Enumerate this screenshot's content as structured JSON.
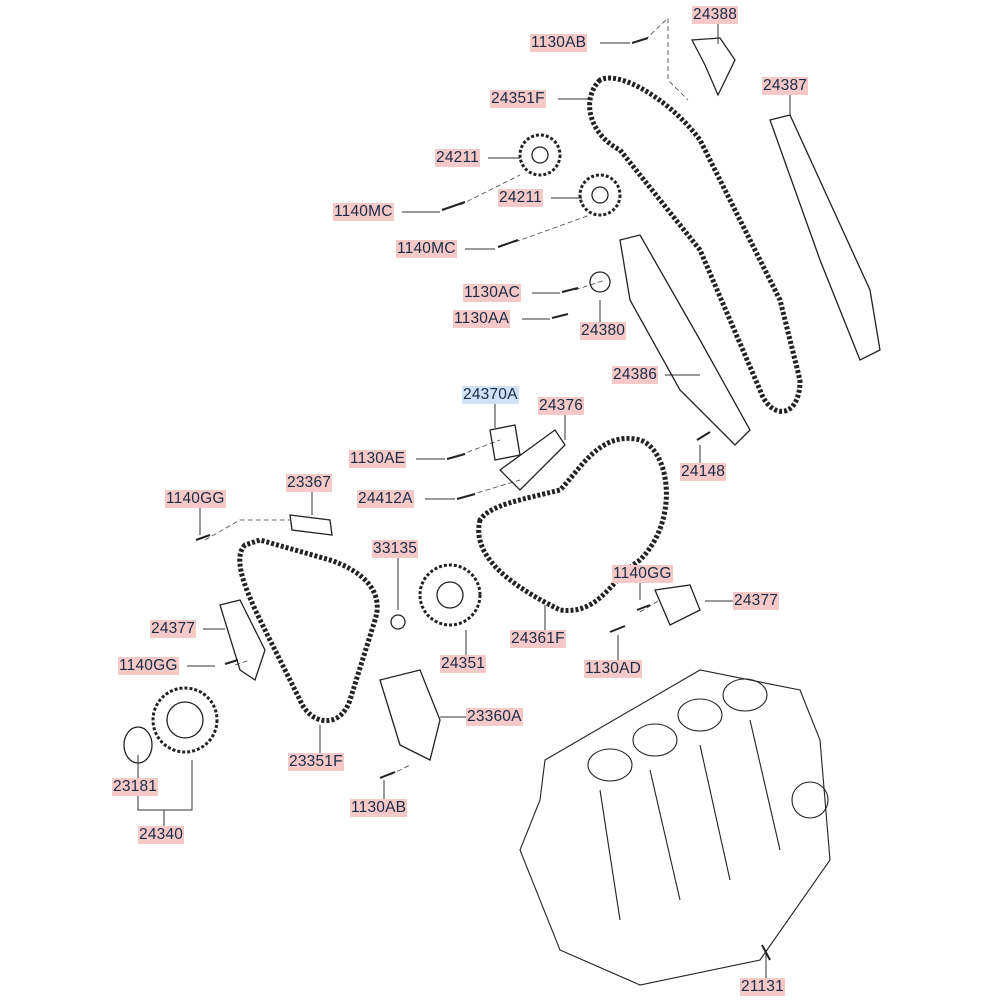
{
  "diagram": {
    "highlight_color": "#f6c9c9",
    "selected_color": "#cfe2f7",
    "labels": [
      {
        "id": "1130AB",
        "state": "normal"
      },
      {
        "id": "24388",
        "state": "normal"
      },
      {
        "id": "24387",
        "state": "normal"
      },
      {
        "id": "24351F",
        "state": "normal"
      },
      {
        "id": "24211",
        "state": "normal"
      },
      {
        "id": "1140MC",
        "state": "normal"
      },
      {
        "id": "24211",
        "state": "normal"
      },
      {
        "id": "1140MC",
        "state": "normal"
      },
      {
        "id": "1130AC",
        "state": "normal"
      },
      {
        "id": "1130AA",
        "state": "normal"
      },
      {
        "id": "24380",
        "state": "normal"
      },
      {
        "id": "24386",
        "state": "normal"
      },
      {
        "id": "24370A",
        "state": "selected"
      },
      {
        "id": "24376",
        "state": "normal"
      },
      {
        "id": "1130AE",
        "state": "normal"
      },
      {
        "id": "24148",
        "state": "normal"
      },
      {
        "id": "24412A",
        "state": "normal"
      },
      {
        "id": "1140GG",
        "state": "normal"
      },
      {
        "id": "23367",
        "state": "normal"
      },
      {
        "id": "33135",
        "state": "normal"
      },
      {
        "id": "1140GG",
        "state": "normal"
      },
      {
        "id": "24377",
        "state": "normal"
      },
      {
        "id": "24377",
        "state": "normal"
      },
      {
        "id": "24361F",
        "state": "normal"
      },
      {
        "id": "24351",
        "state": "normal"
      },
      {
        "id": "1130AD",
        "state": "normal"
      },
      {
        "id": "1140GG",
        "state": "normal"
      },
      {
        "id": "23360A",
        "state": "normal"
      },
      {
        "id": "23351F",
        "state": "normal"
      },
      {
        "id": "23181",
        "state": "normal"
      },
      {
        "id": "1130AB",
        "state": "normal"
      },
      {
        "id": "24340",
        "state": "normal"
      },
      {
        "id": "21131",
        "state": "normal"
      }
    ]
  }
}
